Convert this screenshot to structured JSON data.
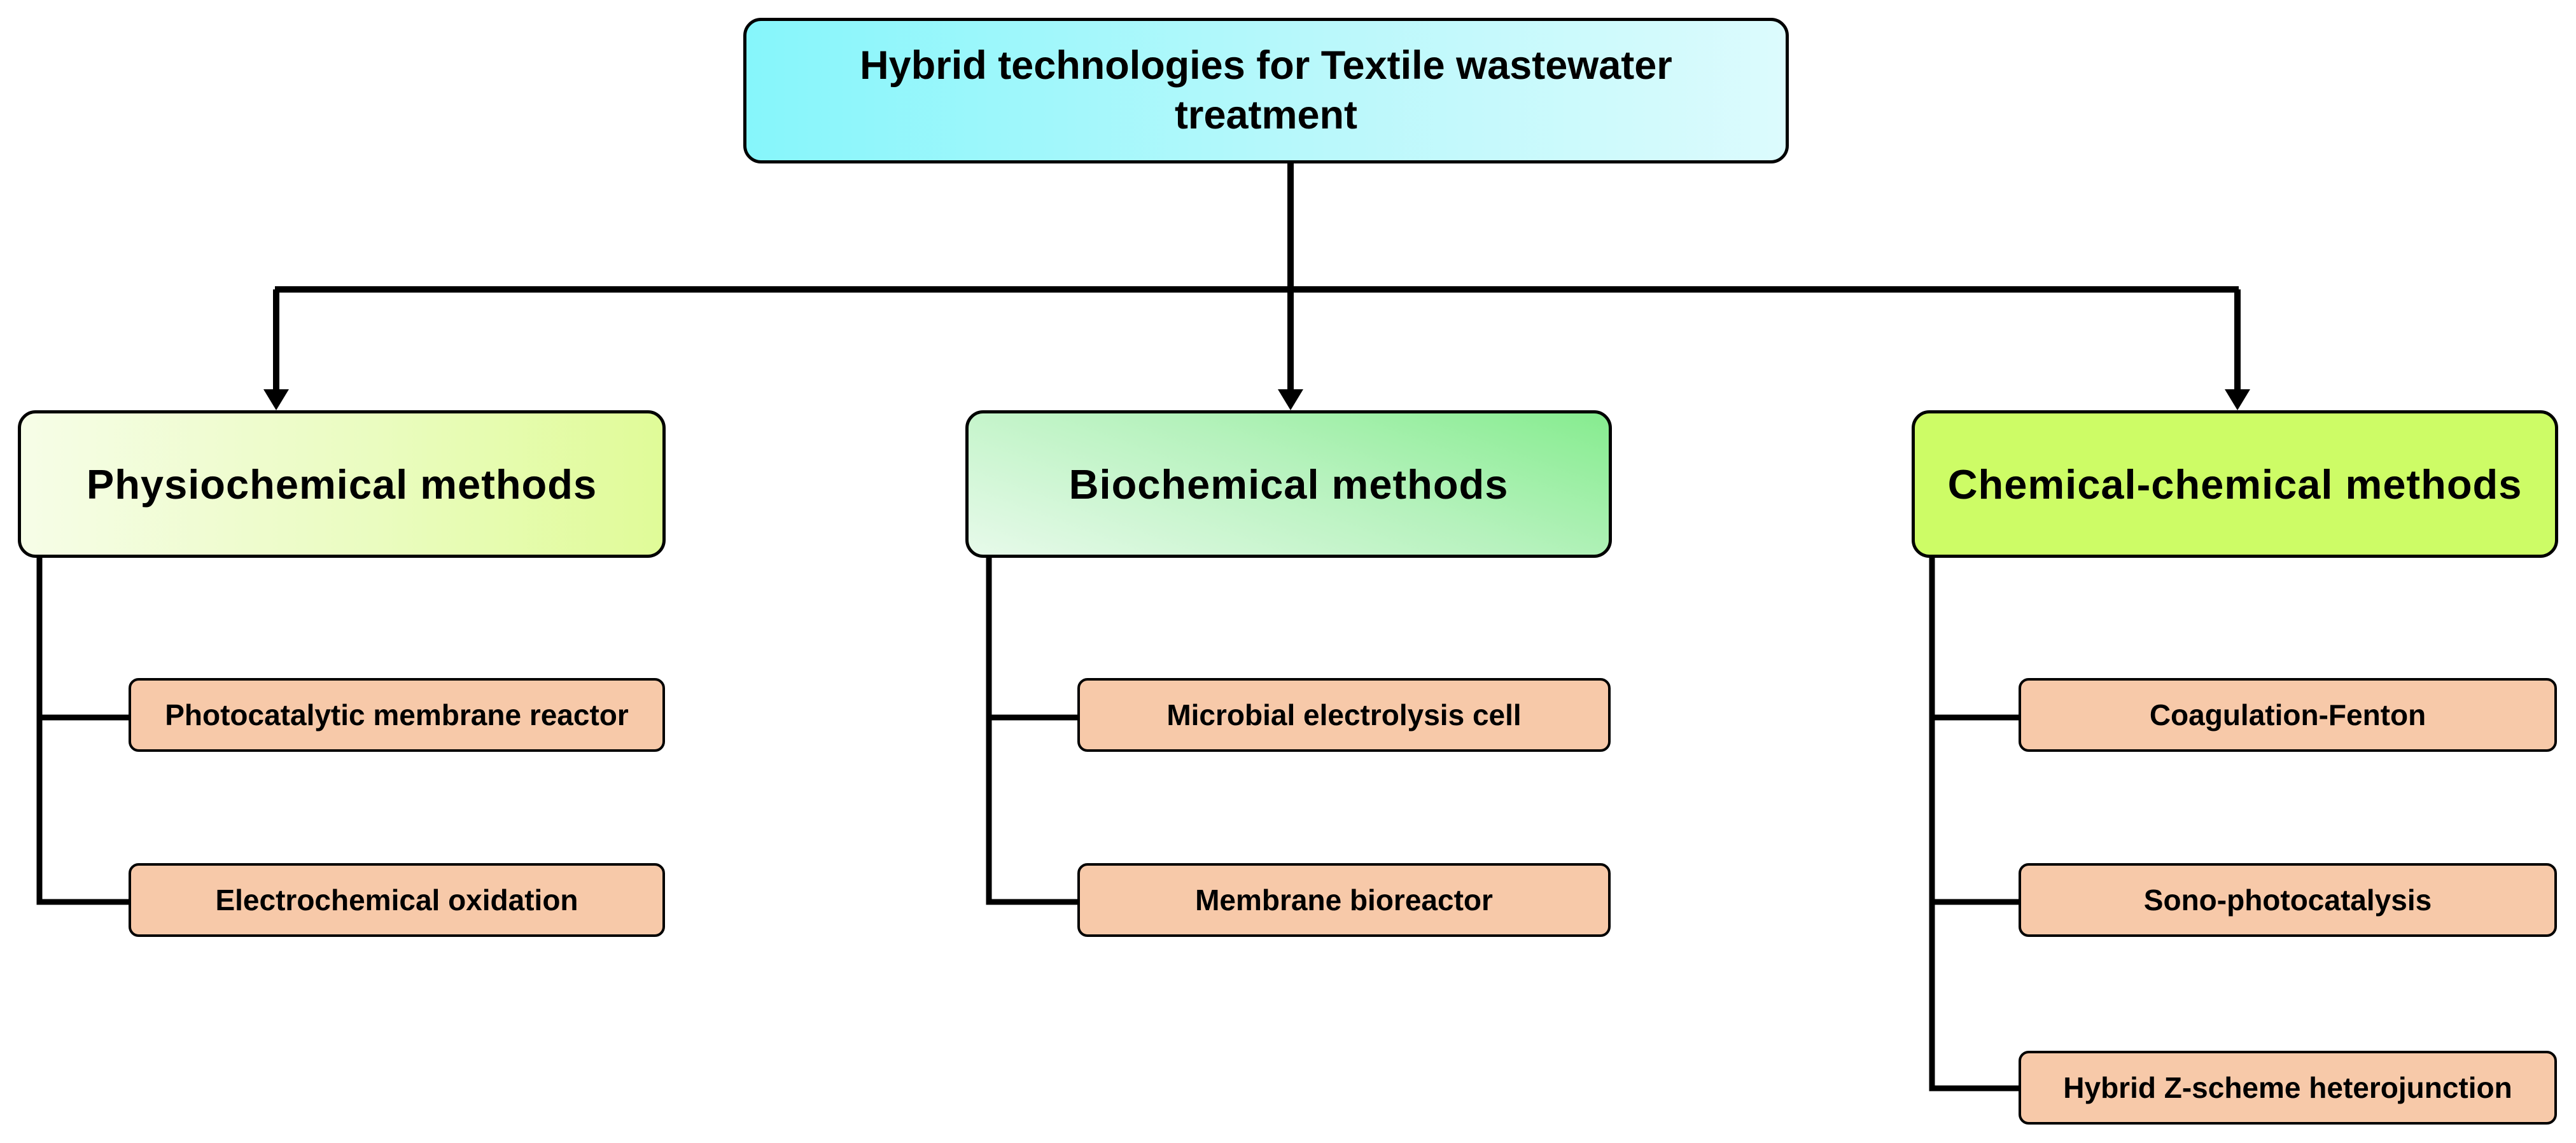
{
  "root": {
    "label": "Hybrid technologies for Textile wastewater treatment"
  },
  "categories": [
    {
      "label": "Physiochemical methods",
      "items": [
        "Photocatalytic membrane reactor",
        "Electrochemical oxidation"
      ]
    },
    {
      "label": "Biochemical methods",
      "items": [
        "Microbial electrolysis cell",
        "Membrane bioreactor"
      ]
    },
    {
      "label": "Chemical-chemical methods",
      "items": [
        "Coagulation-Fenton",
        "Sono-photocatalysis",
        "Hybrid Z-scheme heterojunction"
      ]
    }
  ],
  "colors": {
    "root_fill": "#86f6fb",
    "physiochemical_fill": "#e0fb98",
    "biochemical_fill": "#86ec8f",
    "chemical_fill": "#cdfc66",
    "item_fill": "#f7c9a9",
    "line": "#000000"
  }
}
